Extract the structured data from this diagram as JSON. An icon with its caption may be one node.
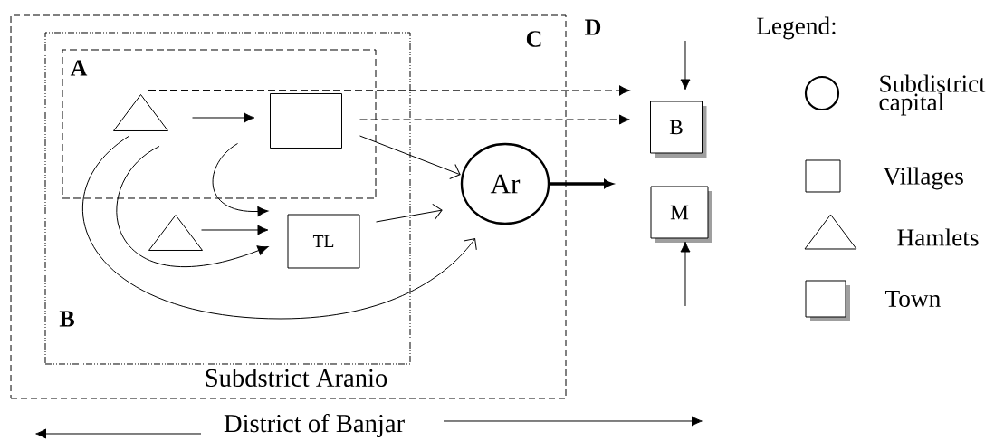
{
  "diagram": {
    "nodes": [
      {
        "text": [
          "C",
          "Subdstrict Aranio"
        ]
      },
      {
        "text": [
          "B"
        ],
        "in": 0
      },
      {
        "text": [
          "A"
        ],
        "in": 1
      },
      {
        "text": [],
        "shape": "triangle",
        "in": 2
      },
      {
        "text": [],
        "shape": "box",
        "in": 2
      },
      {
        "text": [],
        "shape": "triangle",
        "in": 1
      },
      {
        "text": [
          "TL"
        ],
        "in": 1
      },
      {
        "text": [
          "Ar"
        ],
        "in": 0
      },
      {
        "text": [
          "B"
        ]
      },
      {
        "text": [
          "M"
        ]
      }
    ],
    "edges": [
      {
        "from": 3,
        "to": 4,
        "arrow": "to"
      },
      {
        "from": 3,
        "to": 6,
        "arrow": "to"
      },
      {
        "from": 3,
        "to": 7,
        "arrow": "to"
      },
      {
        "from": 4,
        "to": 6,
        "arrow": "to"
      },
      {
        "from": 4,
        "to": 7,
        "arrow": "to"
      },
      {
        "from": 5,
        "to": 6,
        "arrow": "to"
      },
      {
        "from": 6,
        "to": 7,
        "arrow": "to"
      },
      {
        "from": 3,
        "to": null,
        "arrow": "to",
        "style": "dashed"
      },
      {
        "from": 4,
        "to": null,
        "arrow": "to",
        "style": "dashed"
      },
      {
        "from": 7,
        "to": null,
        "arrow": "to",
        "style": "thick"
      },
      {
        "from": null,
        "to": 8,
        "arrow": "to"
      },
      {
        "from": null,
        "to": 9,
        "arrow": "to"
      }
    ],
    "labels": [
      "D",
      "Legend:",
      "District of Banjar"
    ],
    "legend": [
      {
        "text": "Subdistrict capital"
      },
      {
        "text": "Villages"
      },
      {
        "text": "Hamlets"
      },
      {
        "text": "Town"
      }
    ]
  }
}
